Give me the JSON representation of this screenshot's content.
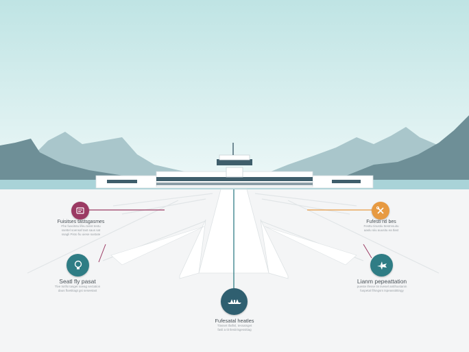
{
  "colors": {
    "sky_top": "#bfe4e4",
    "sky_bottom": "#eef8f8",
    "mountain_far": "#a9c6cb",
    "mountain_near": "#6e8f97",
    "ground": "#f4f5f6",
    "terminal_dark": "#3f5e6b",
    "accent_magenta": "#9b3a63",
    "accent_orange": "#e79a42",
    "accent_teal": "#2f7d85",
    "accent_navy": "#2f5f70"
  },
  "nodes": {
    "magenta": {
      "icon": "passport-icon",
      "title": "Fuisitses tastsgasmes",
      "desc": [
        "Fhe fuacitstu lifeu tarist testu",
        "ssettel soensaf tast saus sat",
        "ssagli Pisto fiu uiese sustute"
      ]
    },
    "teal_left": {
      "icon": "lightbulb-icon",
      "title": "Seatl fly pasat",
      "desc": [
        "Tlve tsrifsi tasget soeag sectation",
        "daus floetiitagt gsi seseetast"
      ]
    },
    "navy_bottom": {
      "icon": "airplane-icon",
      "title": "Fufesatal heatles",
      "desc": [
        "Tlasset tfatfisl, tessatsget",
        "fasli a tit tlesiirisgessitiag"
      ]
    },
    "orange": {
      "icon": "tools-icon",
      "title": "Fufesti ntl bes",
      "desc": [
        "Festtu tinustiu ttestmsuitu",
        "aaslu siiu auusitu ea tlast"
      ]
    },
    "teal_right": {
      "icon": "airplane-icon",
      "title": "Lianm pepeattation",
      "desc": [
        "pueste ifesse tin iivesel antifsustanin",
        "fuspetal fifsngsrs tspeasstittingy"
      ]
    }
  }
}
